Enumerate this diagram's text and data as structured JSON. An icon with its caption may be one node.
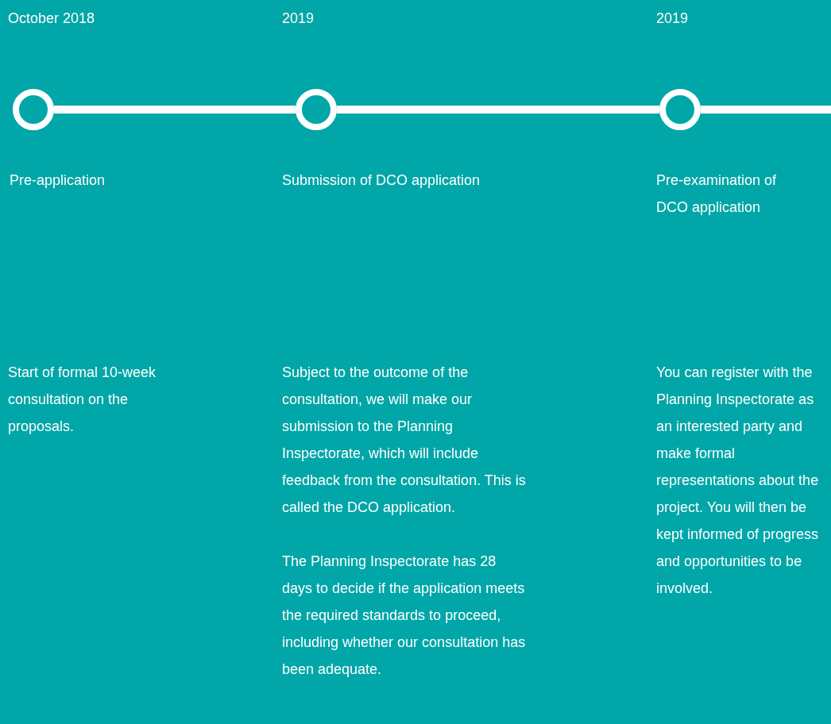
{
  "diagram": {
    "nodes": [
      {
        "text": [],
        "shape": "circle"
      },
      {
        "text": [],
        "shape": "circle"
      },
      {
        "text": [],
        "shape": "circle"
      }
    ],
    "edges": [
      {
        "from": 0,
        "to": 1,
        "arrow": "none"
      },
      {
        "from": 1,
        "to": 2,
        "arrow": "none"
      },
      {
        "from": 2,
        "to": null,
        "arrow": "none"
      }
    ],
    "labels": [
      "October 2018",
      "2019",
      "2019",
      "Pre-application",
      "Submission of DCO application",
      "Pre-examination of DCO application",
      "Start of formal 10-week consultation on the proposals.",
      "Subject to the outcome of the consultation, we will make our submission to the Planning Inspectorate, which will include feedback from the consultation. This is called the DCO application.",
      "You can register with the Planning Inspectorate as an interested party and make formal representations about the project. You will then be kept informed of progress and opportunities to be involved.",
      "The Planning Inspectorate has 28 days to decide if the application meets the required standards to proceed, including whether our consultation has been adequate."
    ]
  }
}
